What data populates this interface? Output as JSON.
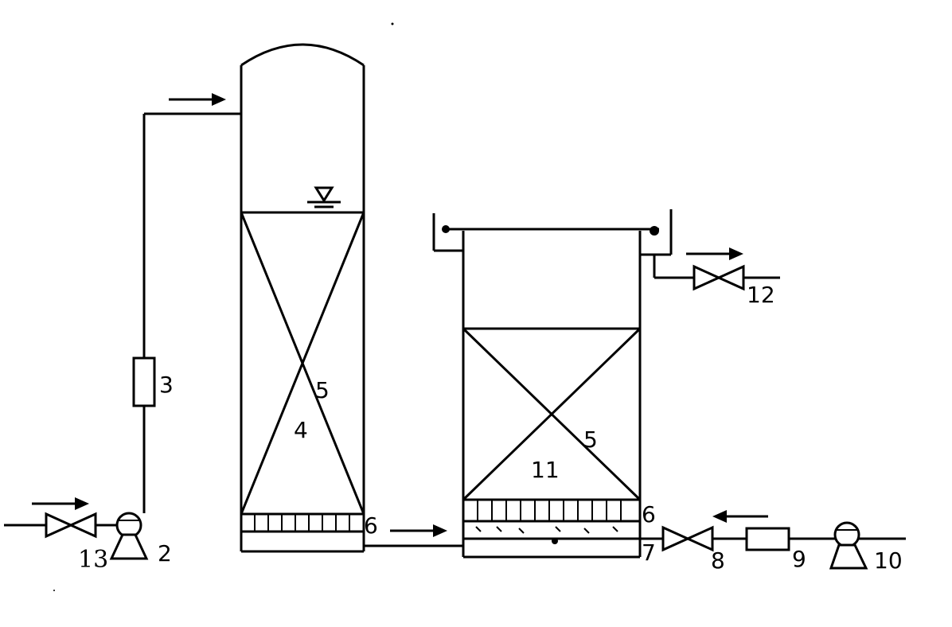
{
  "labels": {
    "pump_left": "2",
    "flowmeter_left": "3",
    "column_left_body": "4",
    "packing_left": "5",
    "distributor_left": "6",
    "packing_right": "5",
    "distributor_right": "6",
    "bottom_plate_right": "7",
    "valve_right": "8",
    "flowmeter_right": "9",
    "pump_right": "10",
    "column_right_body": "11",
    "valve_outlet": "12",
    "valve_inlet": "13"
  },
  "colors": {
    "line": "#000000",
    "background": "#ffffff"
  }
}
